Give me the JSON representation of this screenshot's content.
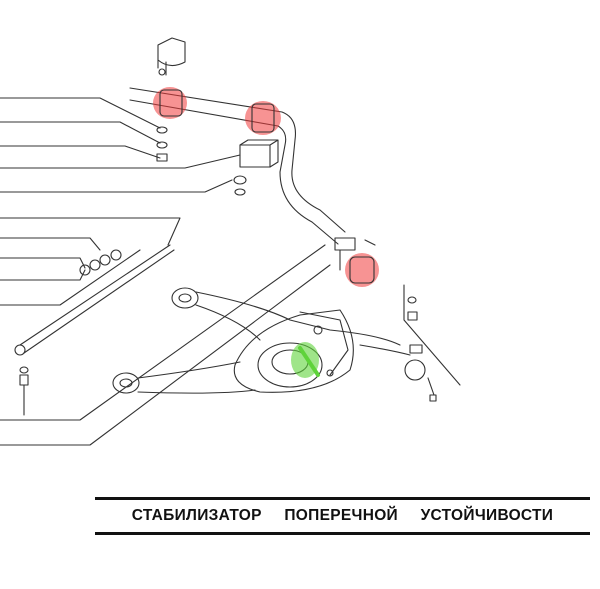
{
  "caption": "СТАБИЛИЗАТОР ПОПЕРЕЧНОЙ УСТОЙЧИВОСТИ",
  "colors": {
    "highlight_red": "#f03a3a",
    "highlight_green": "#5fd33a",
    "line": "#333333"
  },
  "highlights": [
    {
      "name": "bushing-left",
      "color": "red"
    },
    {
      "name": "bushing-center",
      "color": "red"
    },
    {
      "name": "bushing-link",
      "color": "red"
    },
    {
      "name": "lever-mount",
      "color": "green"
    }
  ]
}
